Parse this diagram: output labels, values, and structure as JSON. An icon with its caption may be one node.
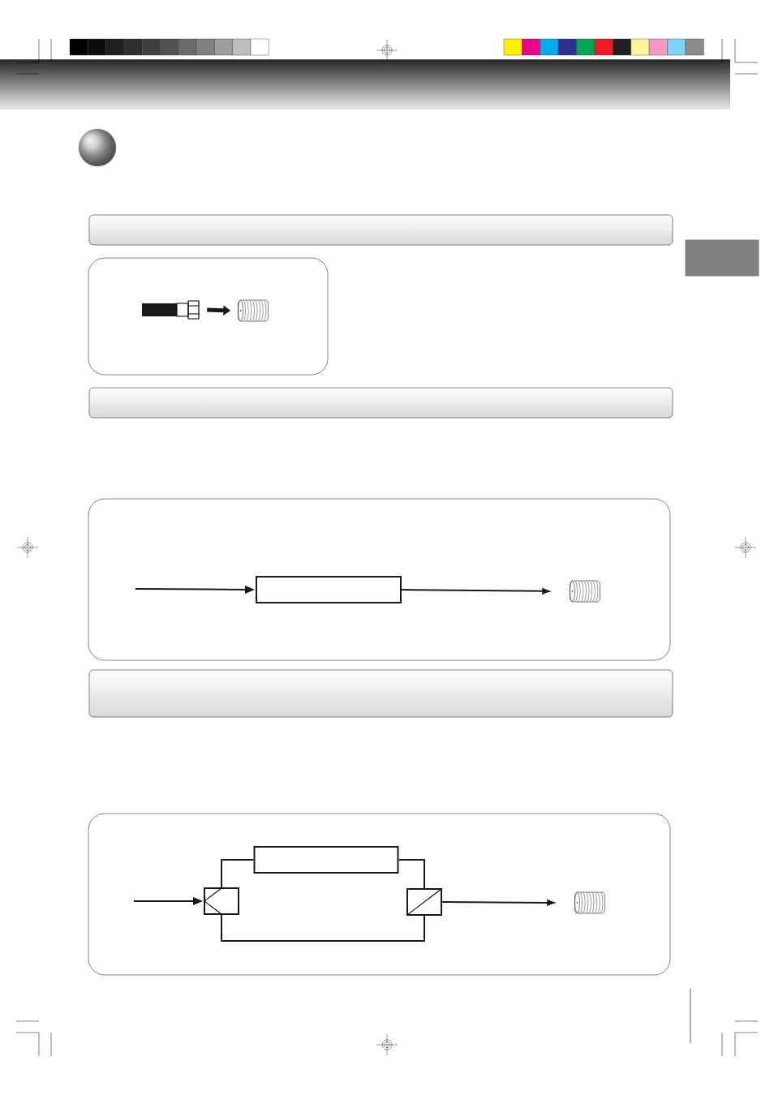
{
  "diagram": {
    "nodes": [
      {
        "text": [],
        "shape": "plug"
      },
      {
        "text": [],
        "shape": "connector"
      },
      {
        "text": [],
        "shape": "box"
      },
      {
        "text": [],
        "shape": "connector"
      },
      {
        "text": [],
        "shape": "box"
      },
      {
        "text": [],
        "shape": "splitter"
      },
      {
        "text": [],
        "shape": "combiner"
      },
      {
        "text": [],
        "shape": "connector"
      },
      {
        "text": [],
        "shape": "tab"
      }
    ],
    "edges": [
      {
        "from": 0,
        "to": 1,
        "arrow": "to",
        "style": "thick"
      },
      {
        "from": null,
        "to": 2,
        "arrow": "to"
      },
      {
        "from": 2,
        "to": 3,
        "arrow": "to"
      },
      {
        "from": null,
        "to": 5,
        "arrow": "to"
      },
      {
        "from": 5,
        "to": 4,
        "arrow": "none"
      },
      {
        "from": 4,
        "to": 6,
        "arrow": "none"
      },
      {
        "from": 5,
        "to": 6,
        "arrow": "none"
      },
      {
        "from": 6,
        "to": 7,
        "arrow": "to"
      }
    ]
  }
}
